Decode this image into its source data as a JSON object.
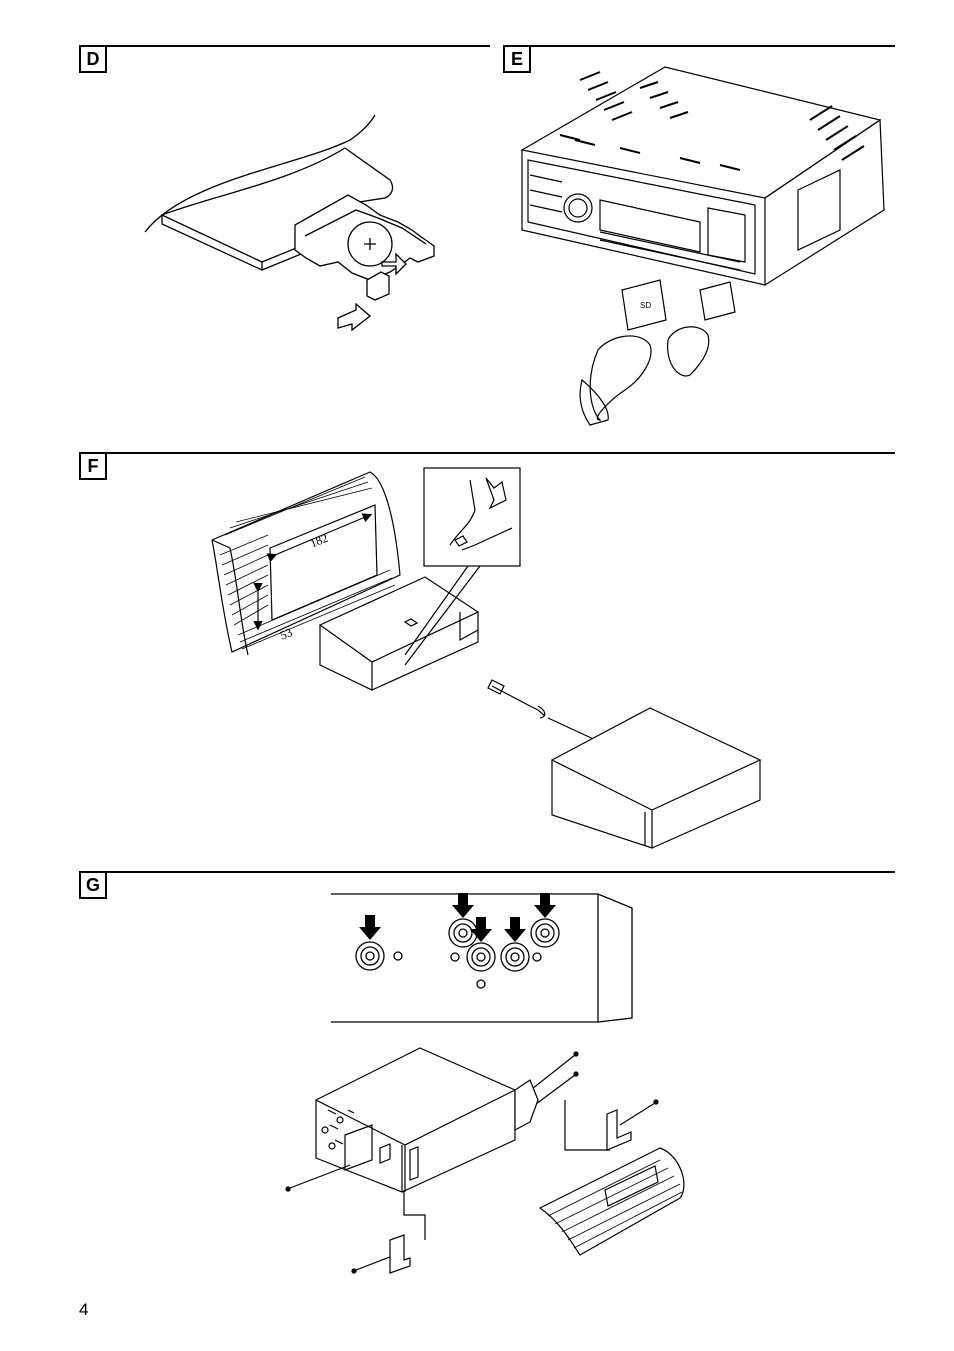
{
  "sections": [
    {
      "label": "D"
    },
    {
      "label": "E"
    },
    {
      "label": "F"
    },
    {
      "label": "G"
    }
  ],
  "figure_text": {
    "dim_width": "182",
    "dim_height": "53",
    "card_text": "SD"
  },
  "page_number": "4"
}
